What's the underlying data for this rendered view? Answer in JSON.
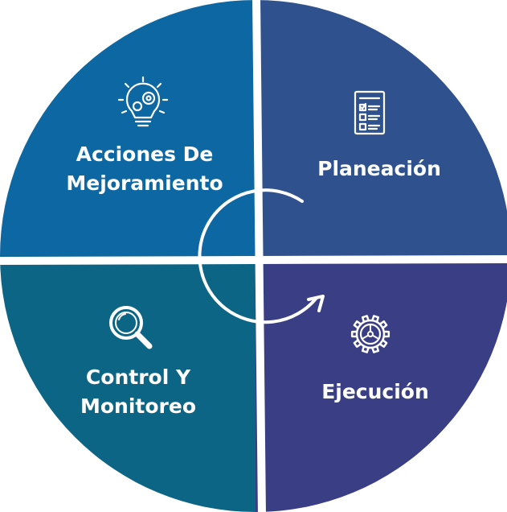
{
  "cycle": {
    "quadrants": [
      {
        "id": "acciones",
        "line1": "Acciones De",
        "line2": "Mejoramiento",
        "color": "#0d67a2",
        "icon": "lightbulb-gears-icon"
      },
      {
        "id": "planeacion",
        "line1": "Planeación",
        "line2": "",
        "color": "#2f528f",
        "icon": "checklist-icon"
      },
      {
        "id": "control",
        "line1": "Control Y",
        "line2": "Monitoreo",
        "color": "#0d6586",
        "icon": "magnifier-icon"
      },
      {
        "id": "ejecucion",
        "line1": "Ejecución",
        "line2": "",
        "color": "#3a3f85",
        "icon": "gear-icon"
      }
    ],
    "center_arrow": {
      "color": "#ffffff",
      "icon": "circular-arrow-icon"
    }
  }
}
